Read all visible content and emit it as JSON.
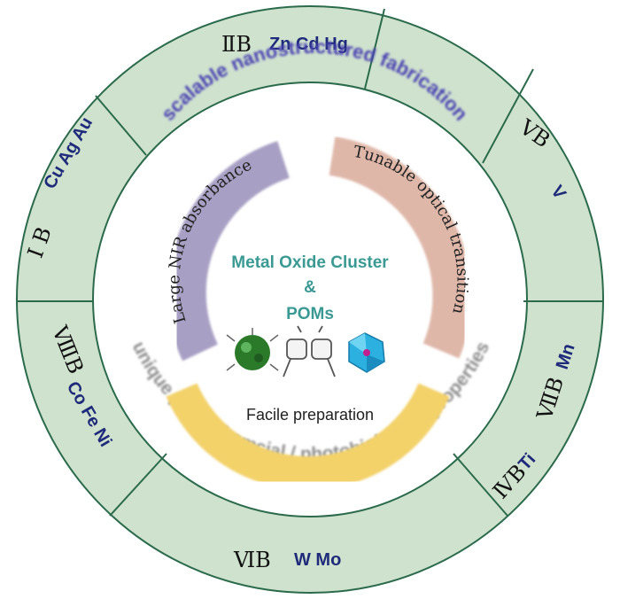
{
  "colors": {
    "outer_ring": "#cfe2ce",
    "outer_stroke": "#2b6b4c",
    "group_roman": "#111111",
    "element_symbols": "#1f2a7a",
    "arc_purple": "#a8a0c4",
    "arc_pink": "#dfb7a9",
    "arc_yellow": "#f3d26a",
    "arc_text": "#222222",
    "center_title": "#3a9a93",
    "top_arc_text": "#4a43b0",
    "bottom_arc_text": "#8d8d8d"
  },
  "groups": [
    {
      "roman": "ⅡB",
      "elements": "Zn Cd  Hg"
    },
    {
      "roman": "ⅤB",
      "elements": "V"
    },
    {
      "roman": "ⅦB",
      "elements": "Mn"
    },
    {
      "roman": "ⅣB",
      "elements": "Ti"
    },
    {
      "roman": "ⅥB",
      "elements": "W  Mo"
    },
    {
      "roman": "ⅧB",
      "elements": "Co Fe Ni"
    },
    {
      "roman": "Ⅰ B",
      "elements": "Cu Ag Au"
    }
  ],
  "arc_labels": {
    "top": "scalable nanostructured fabrication",
    "bottom": "unique photochemcial / photobiological properties"
  },
  "features": {
    "left": "Large NIR absorbance",
    "right": "Tunable optical transition",
    "bottom": "Facile preparation"
  },
  "center": {
    "line1": "Metal Oxide Cluster",
    "line2": "&",
    "line3": "POMs"
  },
  "icons": [
    "green-cluster-icon",
    "fist-bump-icon",
    "blue-crystal-icon"
  ]
}
